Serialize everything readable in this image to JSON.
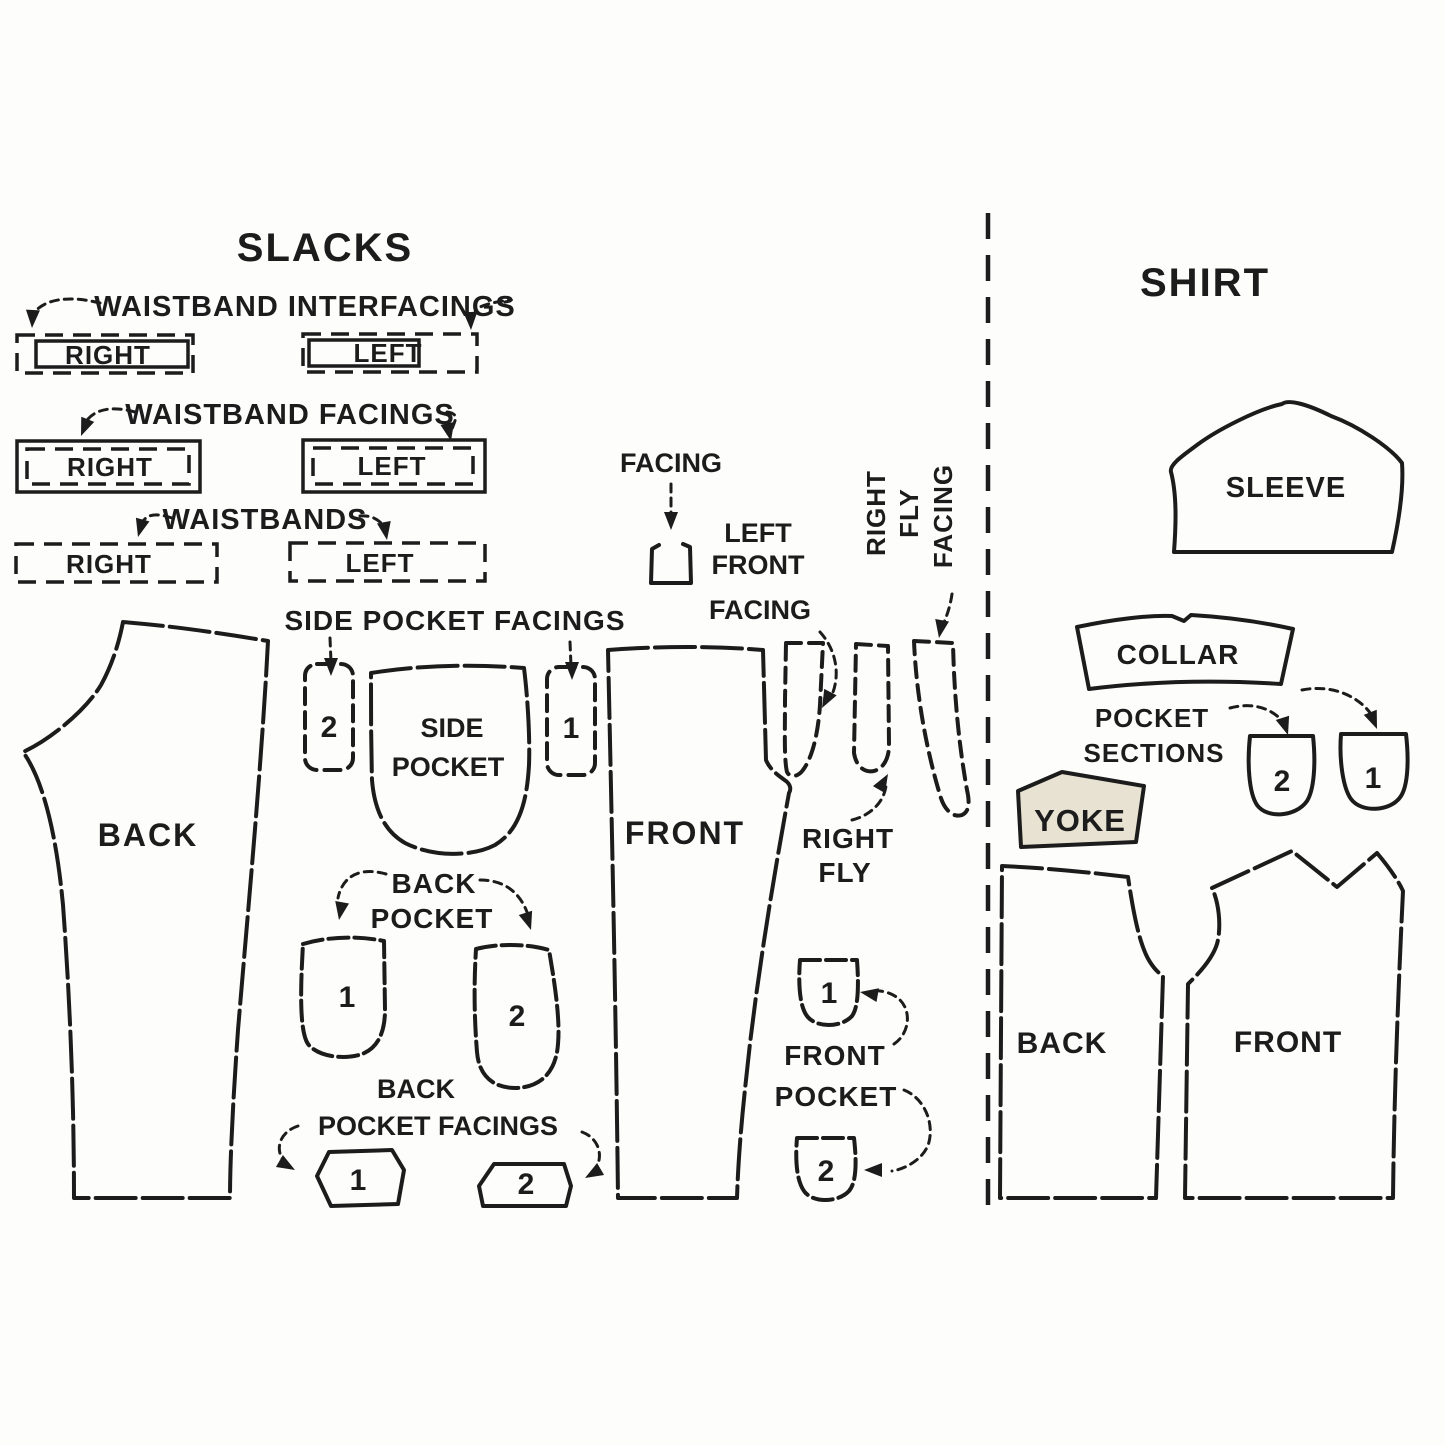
{
  "colors": {
    "ink": "#1c1c1c",
    "background": "#fdfdfc",
    "yoke_fill": "#e8e2d2"
  },
  "slacks": {
    "title": "SLACKS",
    "waistband_interfacings": {
      "label": "WAISTBAND INTERFACINGS",
      "right": "RIGHT",
      "left": "LEFT"
    },
    "waistband_facings": {
      "label": "WAISTBAND FACINGS",
      "right": "RIGHT",
      "left": "LEFT"
    },
    "waistbands": {
      "label": "WAISTBANDS",
      "right": "RIGHT",
      "left": "LEFT"
    },
    "facing": {
      "label": "FACING"
    },
    "left_front_facing": {
      "line1": "LEFT",
      "line2": "FRONT",
      "line3": "FACING"
    },
    "right_fly_facing": {
      "word1": "RIGHT",
      "word2": "FLY",
      "word3": "FACING"
    },
    "side_pocket_facings": {
      "label": "SIDE POCKET FACINGS",
      "piece2": "2",
      "piece1": "1"
    },
    "side_pocket": {
      "line1": "SIDE",
      "line2": "POCKET"
    },
    "back": "BACK",
    "front": "FRONT",
    "right_fly": {
      "line1": "RIGHT",
      "line2": "FLY"
    },
    "back_pocket": {
      "line1": "BACK",
      "line2": "POCKET",
      "piece1": "1",
      "piece2": "2"
    },
    "back_pocket_facings": {
      "line1": "BACK",
      "line2": "POCKET FACINGS",
      "piece1": "1",
      "piece2": "2"
    },
    "front_pocket": {
      "line1": "FRONT",
      "line2": "POCKET",
      "piece1": "1",
      "piece2": "2"
    }
  },
  "shirt": {
    "title": "SHIRT",
    "sleeve": "SLEEVE",
    "collar": "COLLAR",
    "pocket_sections": {
      "line1": "POCKET",
      "line2": "SECTIONS",
      "piece2": "2",
      "piece1": "1"
    },
    "yoke": "YOKE",
    "back": "BACK",
    "front": "FRONT"
  }
}
